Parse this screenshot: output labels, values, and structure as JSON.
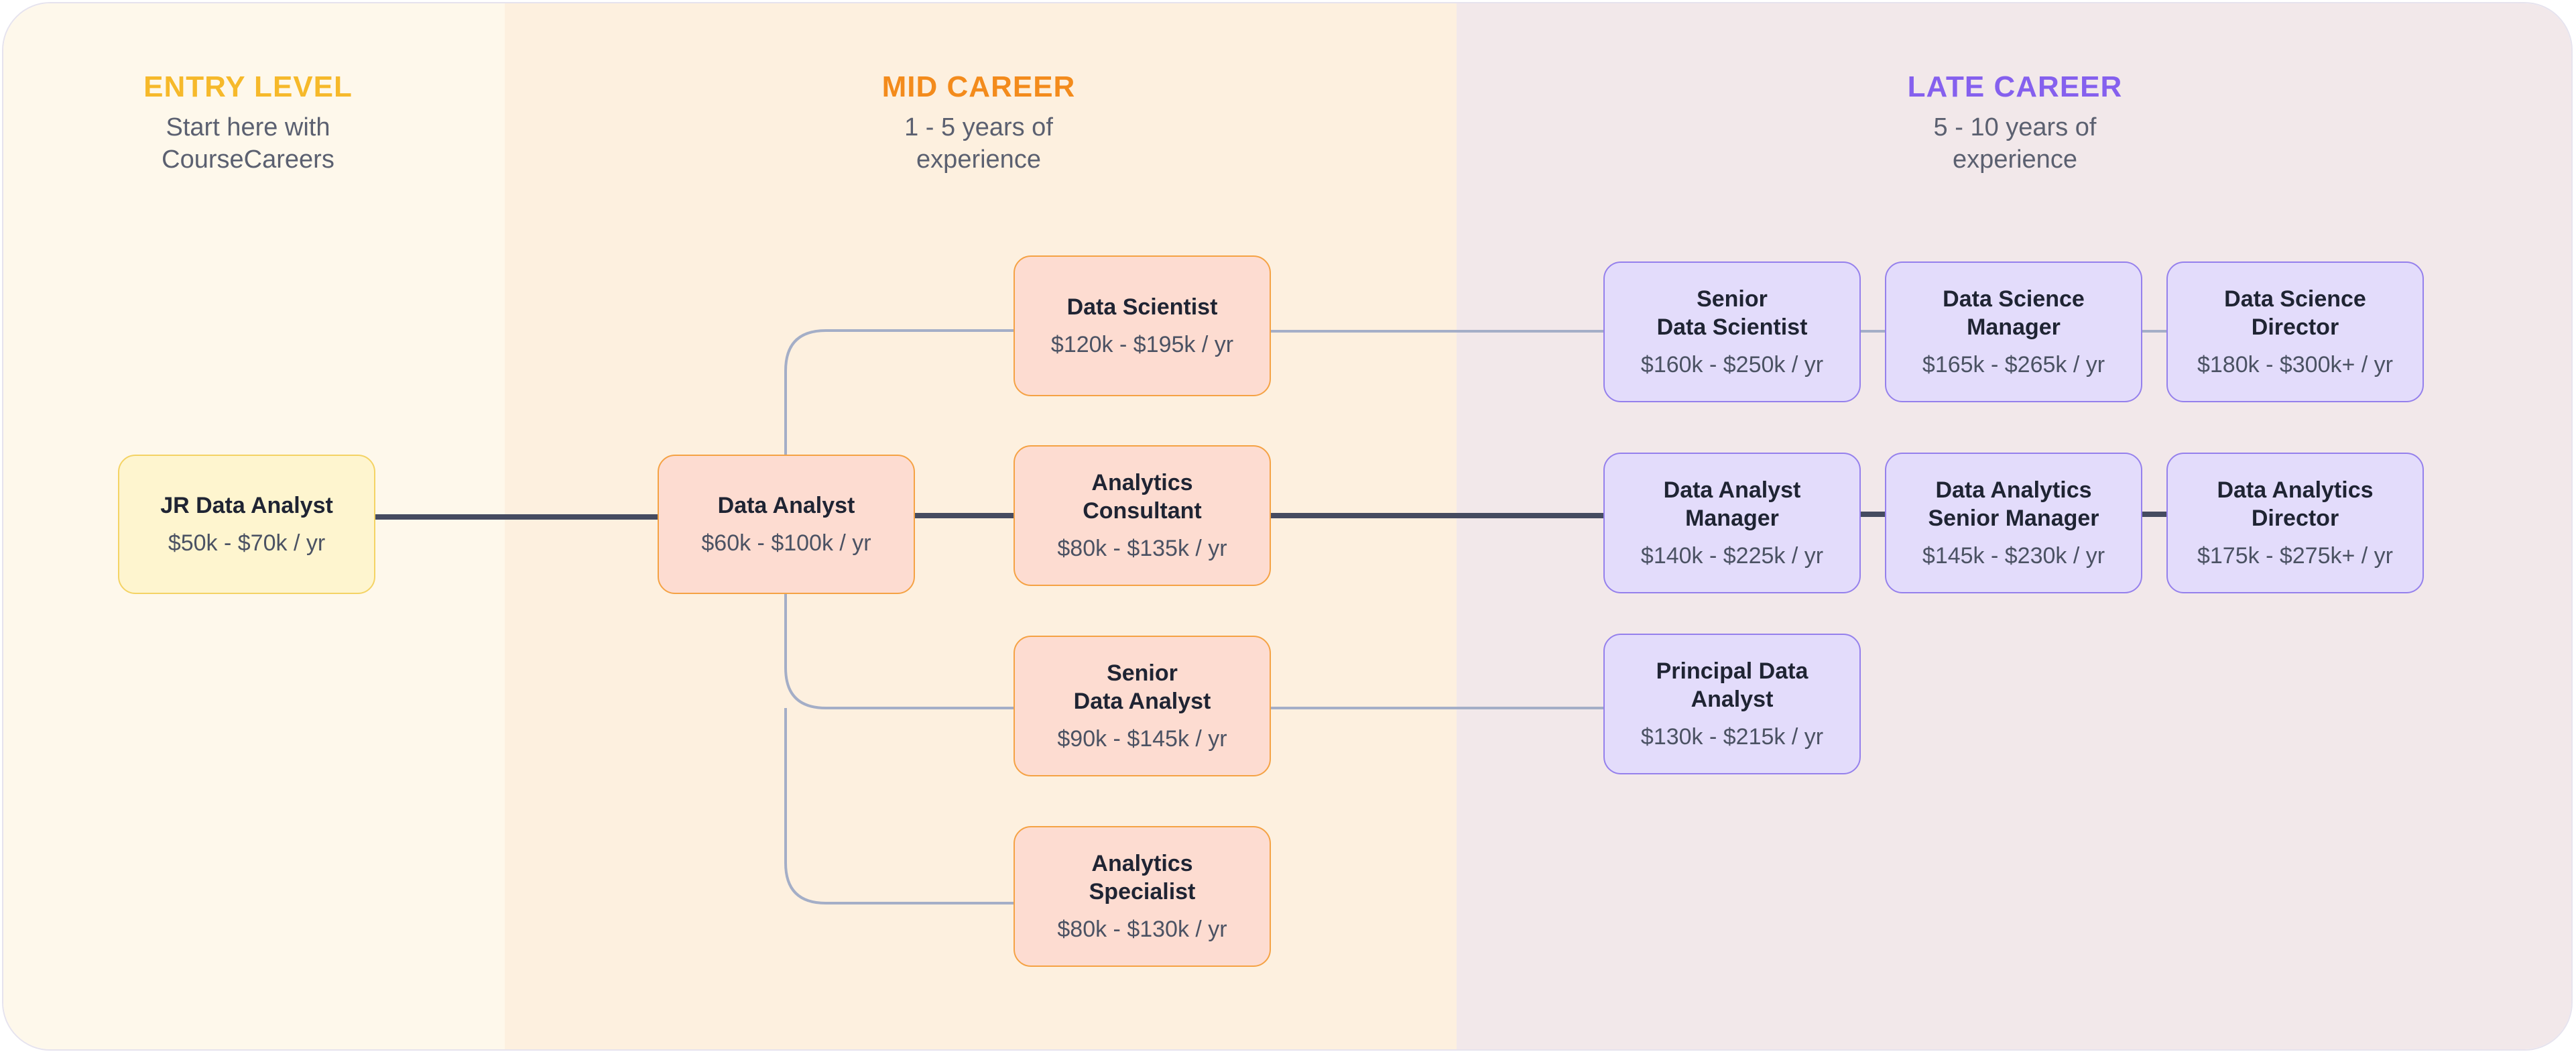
{
  "columns": {
    "entry": {
      "title": "ENTRY LEVEL",
      "subtitle": "Start here with\nCourseCareers",
      "color": "#f6b92a"
    },
    "mid": {
      "title": "MID CAREER",
      "subtitle": "1 - 5 years of\nexperience",
      "color": "#f38b1c"
    },
    "late": {
      "title": "LATE CAREER",
      "subtitle": "5 - 10 years of\nexperience",
      "color": "#8560ee"
    }
  },
  "nodes": {
    "jr_data_analyst": {
      "role": "JR Data Analyst",
      "salary": "$50k - $70k / yr"
    },
    "data_analyst": {
      "role": "Data Analyst",
      "salary": "$60k - $100k / yr"
    },
    "data_scientist": {
      "role": "Data Scientist",
      "salary": "$120k - $195k / yr"
    },
    "analytics_consultant": {
      "role": "Analytics\nConsultant",
      "salary": "$80k - $135k / yr"
    },
    "senior_data_analyst": {
      "role": "Senior\nData Analyst",
      "salary": "$90k - $145k / yr"
    },
    "analytics_specialist": {
      "role": "Analytics\nSpecialist",
      "salary": "$80k - $130k / yr"
    },
    "senior_data_scientist": {
      "role": "Senior\nData Scientist",
      "salary": "$160k - $250k / yr"
    },
    "data_science_manager": {
      "role": "Data Science\nManager",
      "salary": "$165k - $265k / yr"
    },
    "data_science_director": {
      "role": "Data Science\nDirector",
      "salary": "$180k - $300k+ / yr"
    },
    "data_analyst_manager": {
      "role": "Data Analyst\nManager",
      "salary": "$140k - $225k / yr"
    },
    "data_analytics_senior_manager": {
      "role": "Data Analytics\nSenior Manager",
      "salary": "$145k - $230k / yr"
    },
    "data_analytics_director": {
      "role": "Data Analytics\nDirector",
      "salary": "$175k - $275k+ / yr"
    },
    "principal_data_analyst": {
      "role": "Principal Data\nAnalyst",
      "salary": "$130k - $215k / yr"
    }
  },
  "colors": {
    "main_path": "#454b60",
    "branch_path": "#a4aec7"
  }
}
